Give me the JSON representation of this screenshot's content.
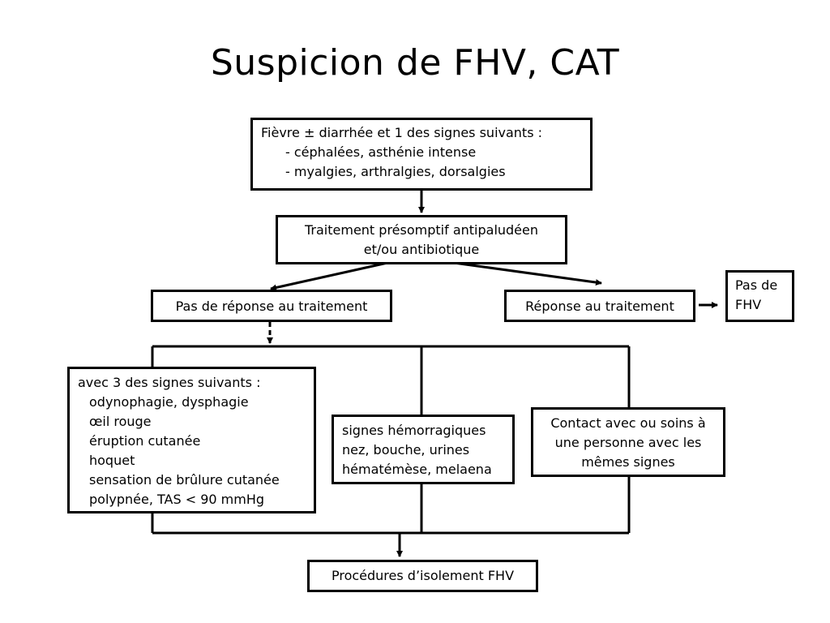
{
  "slide": {
    "title": "Suspicion de FHV, CAT"
  },
  "symptoms_box": {
    "line1": "Fièvre ± diarrhée et 1 des signes suivants :",
    "line2": "- céphalées, asthénie intense",
    "line3": "- myalgies, arthralgies, dorsalgies"
  },
  "treatment_box": {
    "line1": "Traitement présomptif antipaludéen",
    "line2": "et/ou antibiotique"
  },
  "no_response_box": {
    "label": "Pas de réponse au traitement"
  },
  "response_box": {
    "label": "Réponse au traitement"
  },
  "no_fhv_box": {
    "line1": "Pas de",
    "line2": "FHV"
  },
  "signs_box": {
    "heading": "avec 3 des signes suivants :",
    "items": [
      "odynophagie, dysphagie",
      "œil rouge",
      "éruption cutanée",
      "hoquet",
      "sensation de brûlure cutanée",
      "polypnée, TAS < 90 mmHg"
    ]
  },
  "hemorrhagic_box": {
    "line1": "signes hémorragiques",
    "line2": "nez, bouche, urines",
    "line3": "hématémèse, melaena"
  },
  "contact_box": {
    "line1": "Contact avec ou soins à",
    "line2": "une personne avec les",
    "line3": "mêmes signes"
  },
  "isolation_box": {
    "label": "Procédures d’isolement FHV"
  }
}
